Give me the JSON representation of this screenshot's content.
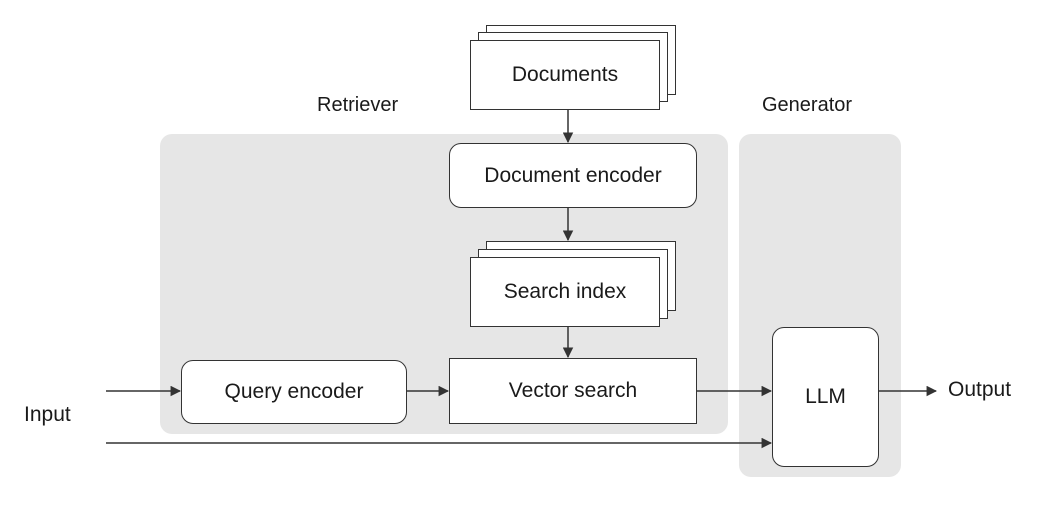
{
  "retriever": {
    "label": "Retriever",
    "documents": "Documents",
    "document_encoder": "Document encoder",
    "search_index": "Search index",
    "query_encoder": "Query encoder",
    "vector_search": "Vector search"
  },
  "generator": {
    "label": "Generator",
    "llm": "LLM"
  },
  "input_label": "Input",
  "output_label": "Output",
  "colors": {
    "panel": "#e6e6e6",
    "box_border": "#333333",
    "arrow": "#333333"
  }
}
